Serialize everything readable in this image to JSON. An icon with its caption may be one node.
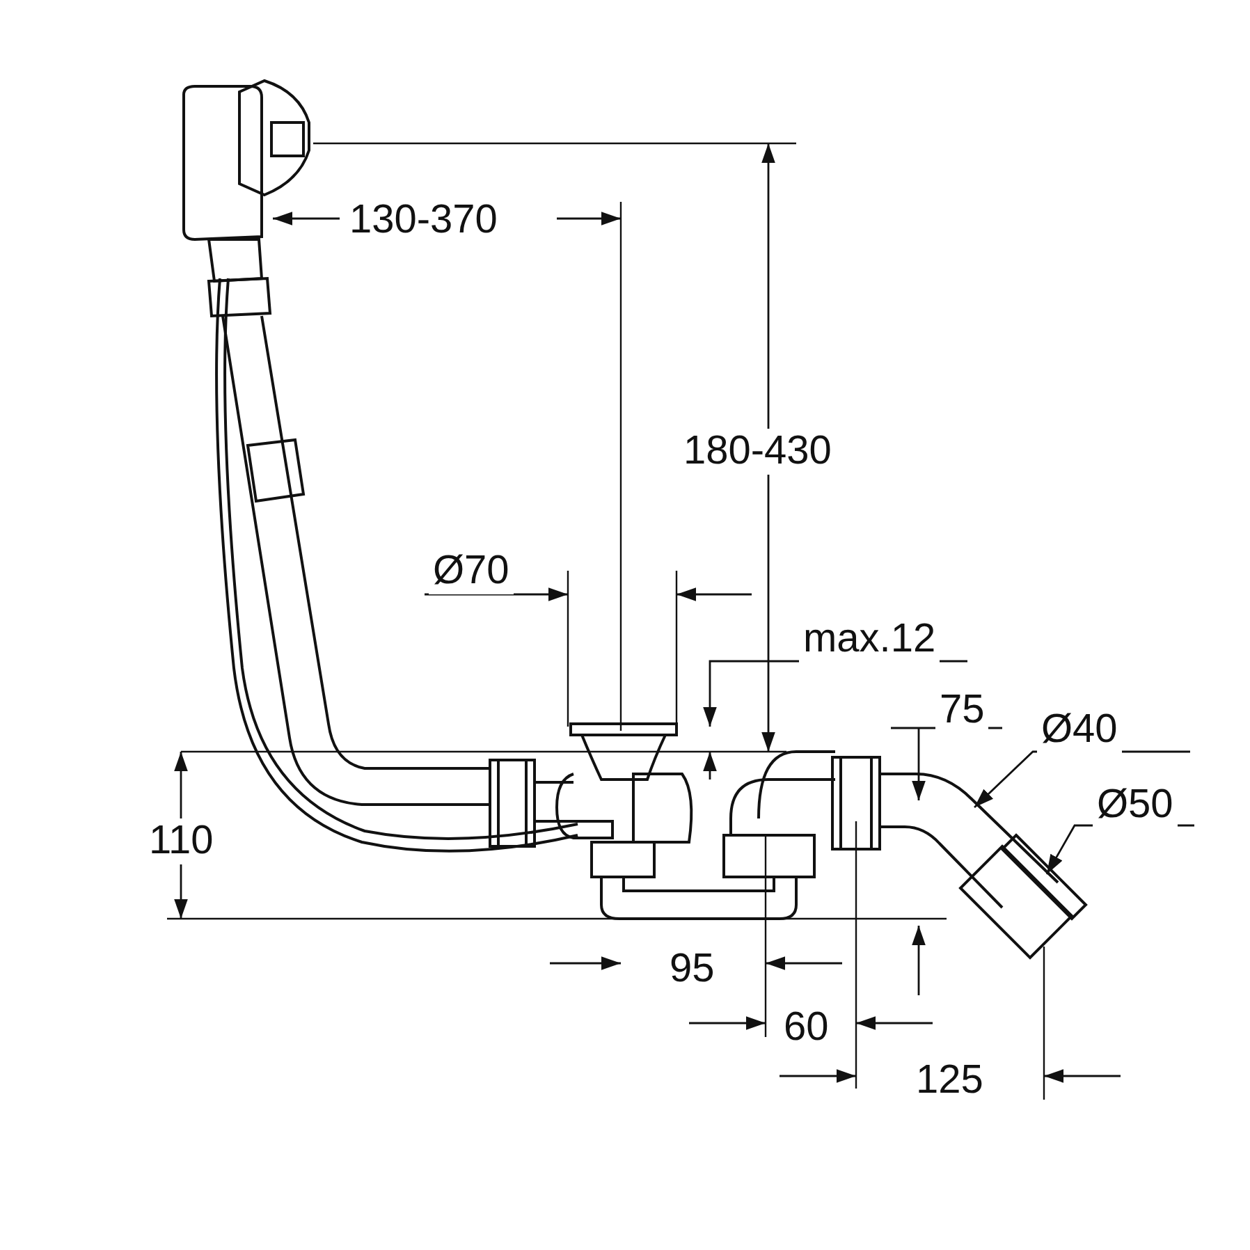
{
  "diagram": {
    "labels": [
      "130-370",
      "180-430",
      "Ø70",
      "max.12",
      "75",
      "Ø40",
      "Ø50",
      "110",
      "95",
      "60",
      "125"
    ]
  }
}
